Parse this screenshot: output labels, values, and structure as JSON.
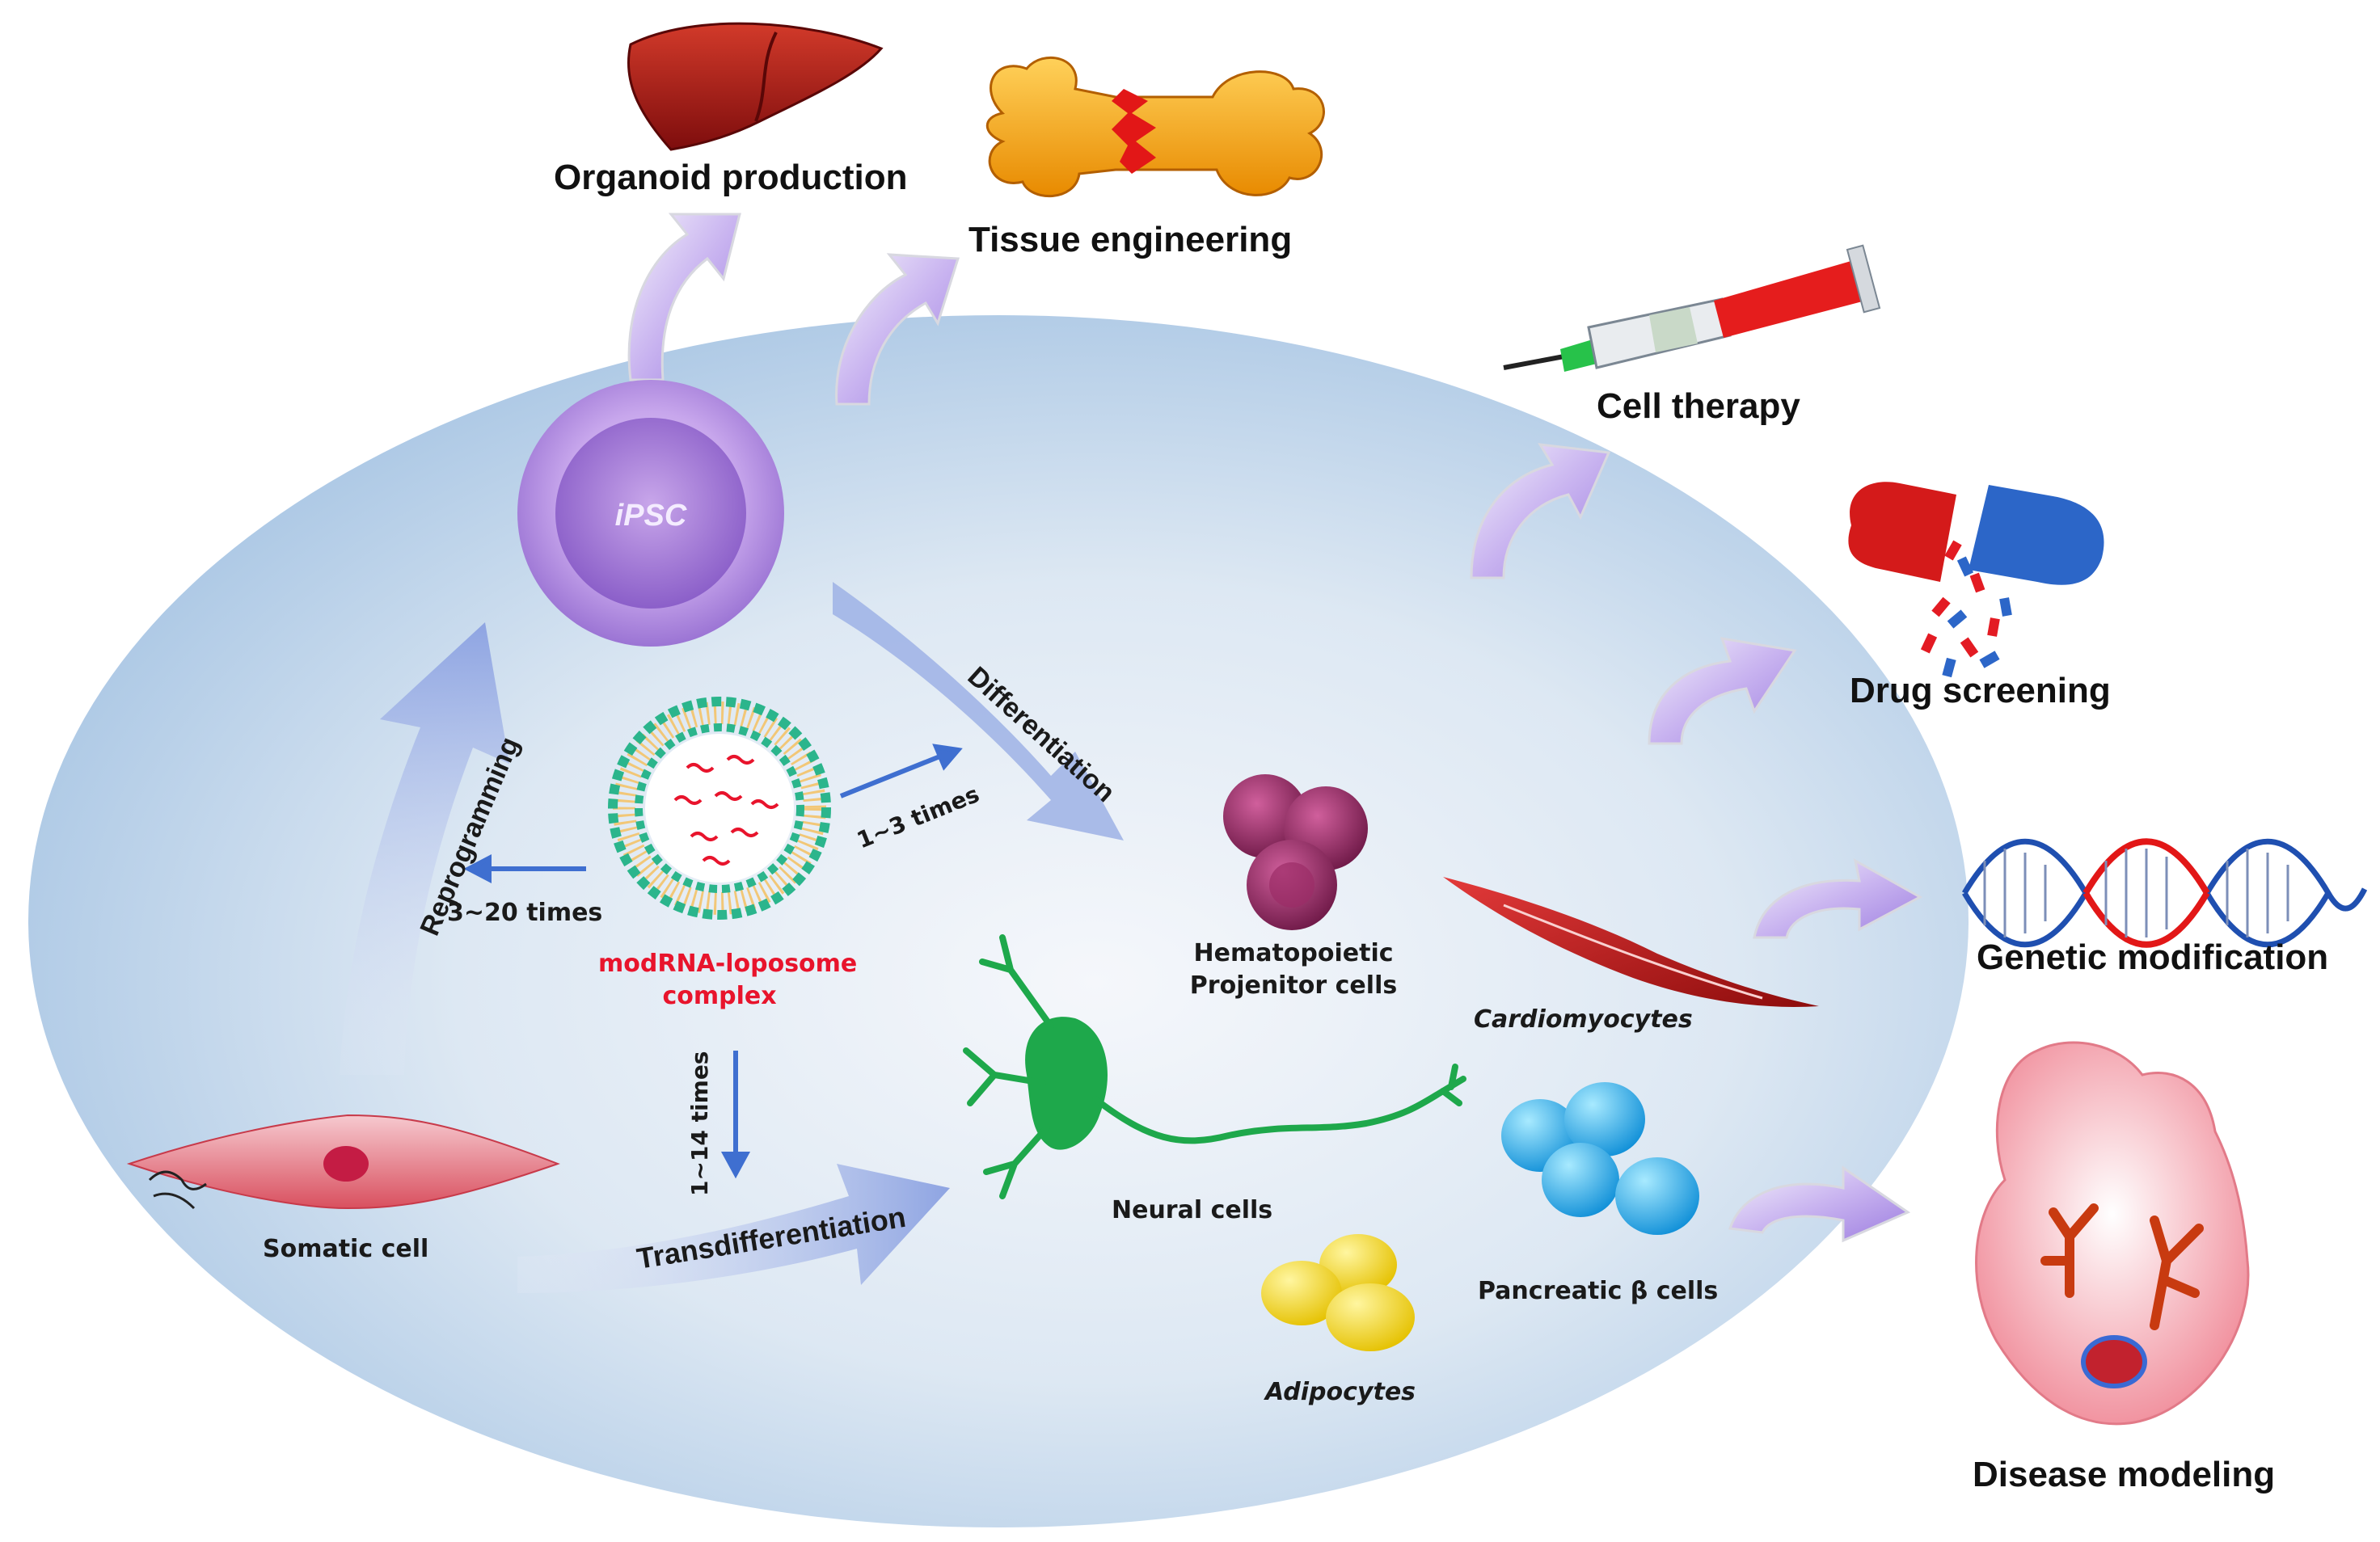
{
  "center": {
    "ipsc": "iPSC",
    "complex_line1": "modRNA-loposome",
    "complex_line2": "complex"
  },
  "processes": {
    "reprogramming": "Reprogramming",
    "differentiation": "Differentiation",
    "transdifferentiation": "Transdifferentiation"
  },
  "doses": {
    "to_ipsc": "3~20 times",
    "to_differentiation": "1~3 times",
    "to_transdiff": "1~14 times"
  },
  "cells": {
    "somatic": "Somatic cell",
    "hematopoietic_line1": "Hematopoietic",
    "hematopoietic_line2": "Projenitor cells",
    "cardiomyocytes": "Cardiomyocytes",
    "neural": "Neural cells",
    "pancreatic": "Pancreatic β cells",
    "adipocytes": "Adipocytes"
  },
  "applications": {
    "organoid": "Organoid production",
    "tissue": "Tissue engineering",
    "cell_therapy": "Cell therapy",
    "drug_screening": "Drug screening",
    "genetic": "Genetic modification",
    "disease": "Disease modeling"
  },
  "colors": {
    "ellipse_inner": "#f3f6fa",
    "ellipse_outer": "#a9c6e4",
    "arrow_purple": "#b9a3e8",
    "arrow_blue": "#9fb3e6",
    "ipsc": "#c6a5ea",
    "liposome_ring": "#2bb58c",
    "liposome_tail": "#f2c777",
    "complex_text": "#e8142c",
    "dose_arrow": "#3f6fd0"
  }
}
